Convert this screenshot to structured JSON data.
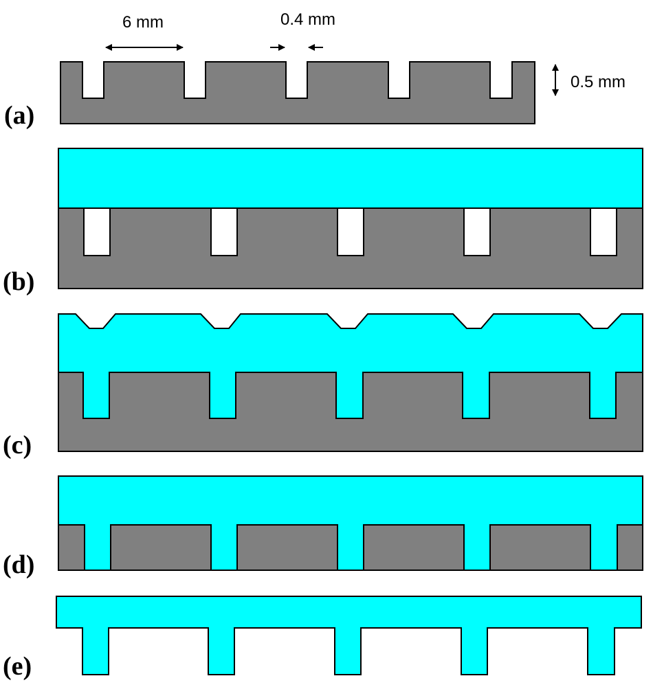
{
  "figure": {
    "panels": [
      {
        "id": "a",
        "label": "(a)"
      },
      {
        "id": "b",
        "label": "(b)"
      },
      {
        "id": "c",
        "label": "(c)"
      },
      {
        "id": "d",
        "label": "(d)"
      },
      {
        "id": "e",
        "label": "(e)"
      }
    ],
    "dimensions": {
      "channel_spacing": "6 mm",
      "channel_width": "0.4 mm",
      "channel_depth": "0.5 mm"
    },
    "colors": {
      "mold": "#808080",
      "polymer": "#00FFFF",
      "void": "#FFFFFF",
      "outline": "#000000"
    }
  }
}
